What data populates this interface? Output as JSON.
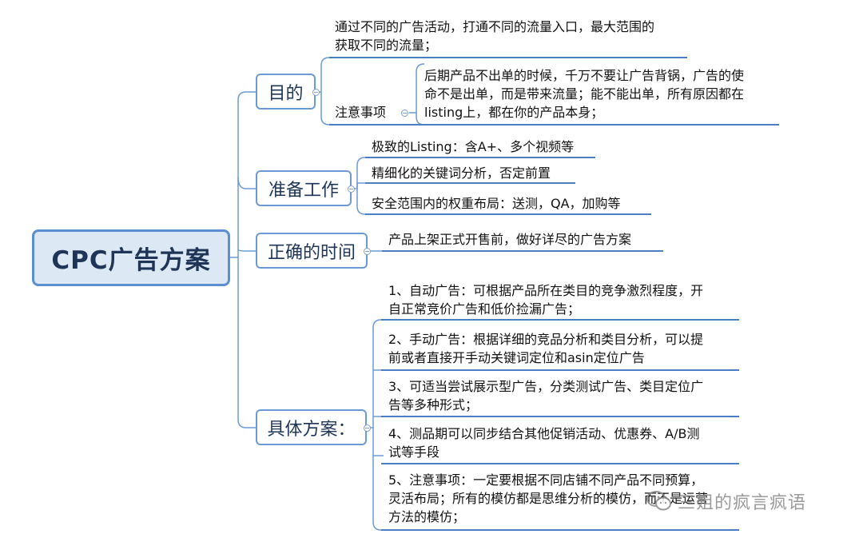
{
  "root": {
    "label": "CPC广告方案"
  },
  "branches": {
    "purpose": {
      "label": "目的",
      "item1": {
        "line1": "通过不同的广告活动，打通不同的流量入口，最大范围的",
        "line2": "获取不同的流量；"
      },
      "note": {
        "label": "注意事项",
        "line1": "后期产品不出单的时候，千万不要让广告背锅，广告的使",
        "line2": "命不是出单，而是带来流量；能不能出单，所有原因都在",
        "line3": "listing上，都在你的产品本身；"
      }
    },
    "prep": {
      "label": "准备工作",
      "items": [
        "极致的Listing：含A+、多个视频等",
        "精细化的关键词分析，否定前置",
        "安全范围内的权重布局：送测，QA，加购等"
      ]
    },
    "timing": {
      "label": "正确的时间",
      "item": "产品上架正式开售前，做好详尽的广告方案"
    },
    "plan": {
      "label": "具体方案：",
      "items": [
        {
          "line1": "1、自动广告：可根据产品所在类目的竞争激烈程度，开",
          "line2": "自正常竞价广告和低价捡漏广告；"
        },
        {
          "line1": "2、手动广告：根据详细的竞品分析和类目分析，可以提",
          "line2": "前或者直接开手动关键词定位和asin定位广告"
        },
        {
          "line1": "3、可适当尝试展示型广告，分类测试广告、类目定位广",
          "line2": "告等多种形式；"
        },
        {
          "line1": "4、测品期可以同步结合其他促销活动、优惠券、A/B测",
          "line2": "试等手段"
        },
        {
          "line1": "5、注意事项：一定要根据不同店铺不同产品不同预算，",
          "line2": "灵活布局；所有的模仿都是思维分析的模仿，而不是运营",
          "line3": "方法的模仿；"
        }
      ]
    }
  },
  "watermark": {
    "text": "三姐的疯言疯语",
    "icon": "wechat-icon"
  },
  "colors": {
    "line": "#5b8fd1",
    "underline": "#4a7fc4",
    "root_fill": "#dde8f5"
  }
}
